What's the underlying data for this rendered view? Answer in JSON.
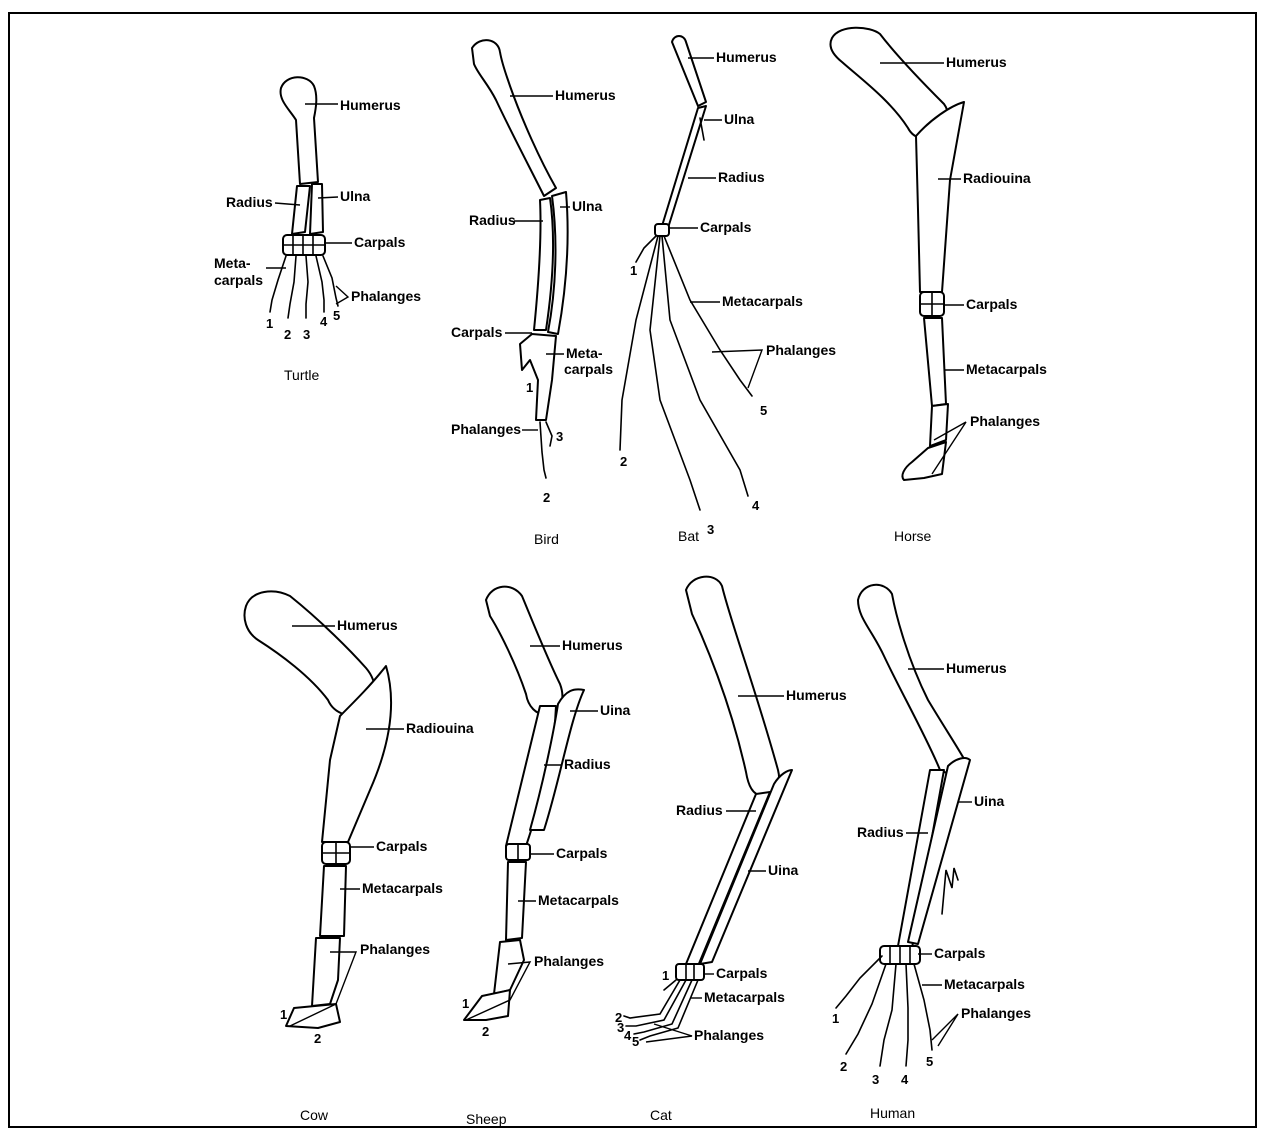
{
  "animals": [
    {
      "id": "turtle",
      "caption": "Turtle",
      "labels": {
        "humerus": "Humerus",
        "radius": "Radius",
        "ulna": "Ulna",
        "carpals": "Carpals",
        "metacarpals": "Meta-\ncarpals",
        "phalanges": "Phalanges"
      },
      "digits": [
        "1",
        "2",
        "3",
        "4",
        "5"
      ]
    },
    {
      "id": "bird",
      "caption": "Bird",
      "labels": {
        "humerus": "Humerus",
        "radius": "Radius",
        "ulna": "Ulna",
        "carpals": "Carpals",
        "metacarpals": "Meta-\ncarpals",
        "phalanges": "Phalanges"
      },
      "digits": [
        "1",
        "2",
        "3"
      ]
    },
    {
      "id": "bat",
      "caption": "Bat",
      "labels": {
        "humerus": "Humerus",
        "ulna": "Ulna",
        "radius": "Radius",
        "carpals": "Carpals",
        "metacarpals": "Metacarpals",
        "phalanges": "Phalanges"
      },
      "digits": [
        "1",
        "2",
        "3",
        "4",
        "5"
      ]
    },
    {
      "id": "horse",
      "caption": "Horse",
      "labels": {
        "humerus": "Humerus",
        "radioulna": "Radiouina",
        "carpals": "Carpals",
        "metacarpals": "Metacarpals",
        "phalanges": "Phalanges"
      },
      "digits": []
    },
    {
      "id": "cow",
      "caption": "Cow",
      "labels": {
        "humerus": "Humerus",
        "radioulna": "Radiouina",
        "carpals": "Carpals",
        "metacarpals": "Metacarpals",
        "phalanges": "Phalanges"
      },
      "digits": [
        "1",
        "2"
      ]
    },
    {
      "id": "sheep",
      "caption": "Sheep",
      "labels": {
        "humerus": "Humerus",
        "ulna": "Uina",
        "radius": "Radius",
        "carpals": "Carpals",
        "metacarpals": "Metacarpals",
        "phalanges": "Phalanges"
      },
      "digits": [
        "1",
        "2"
      ]
    },
    {
      "id": "cat",
      "caption": "Cat",
      "labels": {
        "humerus": "Humerus",
        "radius": "Radius",
        "ulna": "Uina",
        "carpals": "Carpals",
        "metacarpals": "Metacarpals",
        "phalanges": "Phalanges"
      },
      "digits": [
        "1",
        "2",
        "3",
        "4",
        "5"
      ]
    },
    {
      "id": "human",
      "caption": "Human",
      "labels": {
        "humerus": "Humerus",
        "radius": "Radius",
        "ulna": "Uina",
        "carpals": "Carpals",
        "metacarpals": "Metacarpals",
        "phalanges": "Phalanges"
      },
      "digits": [
        "1",
        "2",
        "3",
        "4",
        "5"
      ]
    }
  ]
}
